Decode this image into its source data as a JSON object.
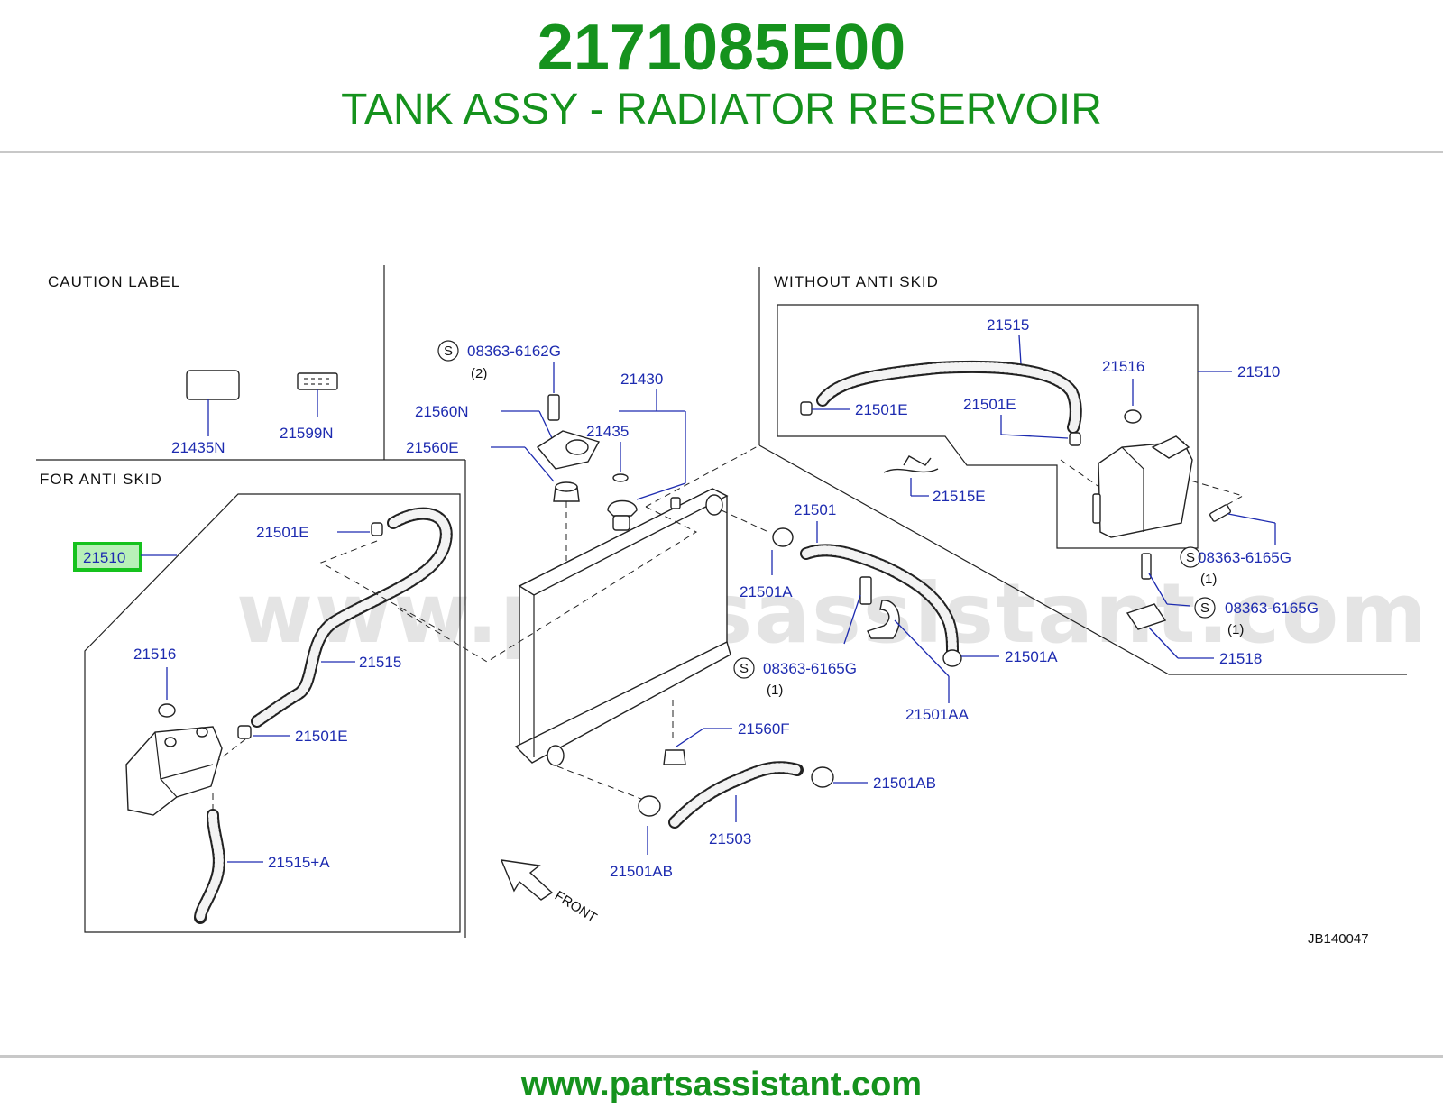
{
  "header": {
    "part_number": "2171085E00",
    "part_name": "TANK ASSY - RADIATOR RESERVOIR"
  },
  "footer": {
    "url": "www.partsassistant.com"
  },
  "diagram": {
    "watermark": "www.partsassistant.com",
    "drawing_id": "JB140047",
    "front_label": "FRONT",
    "highlight_color": "#15c21d",
    "label_color": "#1d2bb0",
    "sections": {
      "caution": "CAUTION LABEL",
      "anti_skid": "FOR ANTI SKID",
      "without_anti_skid": "WITHOUT ANTI SKID"
    },
    "callouts": {
      "c21435N": "21435N",
      "c21599N": "21599N",
      "c21510_hl": "21510",
      "c21501E_a": "21501E",
      "c21516_a": "21516",
      "c21515_a": "21515",
      "c21501E_b": "21501E",
      "c21515A": "21515+A",
      "c08363_6162G": "08363-6162G",
      "q2": "(2)",
      "c21560N": "21560N",
      "c21560E": "21560E",
      "c21430": "21430",
      "c21435": "21435",
      "c21501": "21501",
      "c21501A_a": "21501A",
      "c08363_6165G_a": "08363-6165G",
      "q1_a": "(1)",
      "c21501AA": "21501AA",
      "c21501A_b": "21501A",
      "c21560F": "21560F",
      "c21501AB_a": "21501AB",
      "c21503": "21503",
      "c21501AB_b": "21501AB",
      "c21515_b": "21515",
      "c21516_b": "21516",
      "c21510": "21510",
      "c21501E_c": "21501E",
      "c21501E_d": "21501E",
      "c21515E": "21515E",
      "c08363_6165G_b": "08363-6165G",
      "q1_b": "(1)",
      "c08363_6165G_c": "08363-6165G",
      "q1_c": "(1)",
      "c21518": "21518"
    },
    "symbols": {
      "s_a": "S",
      "s_b": "S",
      "s_c": "S",
      "s_d": "S"
    }
  }
}
